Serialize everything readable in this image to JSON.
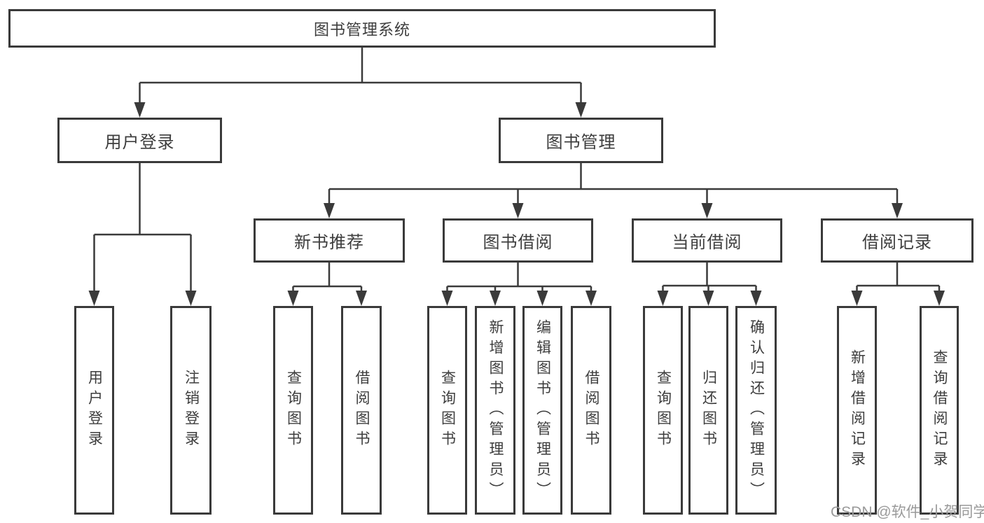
{
  "diagram_type": "hierarchy-flowchart",
  "colors": {
    "line": "#3a3a3a",
    "text": "#3d3d3d",
    "background": "#ffffff",
    "watermark": "#9a9a9a"
  },
  "watermark": {
    "text": "CSDN @软件_小贺同学"
  },
  "tree": {
    "label": "图书管理系统",
    "children": [
      {
        "label": "用户登录",
        "children": [
          {
            "label": "用户登录"
          },
          {
            "label": "注销登录"
          }
        ]
      },
      {
        "label": "图书管理",
        "children": [
          {
            "label": "新书推荐",
            "children": [
              {
                "label": "查询图书"
              },
              {
                "label": "借阅图书"
              }
            ]
          },
          {
            "label": "图书借阅",
            "children": [
              {
                "label": "查询图书"
              },
              {
                "label": "新增图书（管理员）"
              },
              {
                "label": "编辑图书（管理员）"
              },
              {
                "label": "借阅图书"
              }
            ]
          },
          {
            "label": "当前借阅",
            "children": [
              {
                "label": "查询图书"
              },
              {
                "label": "归还图书"
              },
              {
                "label": "确认归还（管理员）"
              }
            ]
          },
          {
            "label": "借阅记录",
            "children": [
              {
                "label": "新增借阅记录"
              },
              {
                "label": "查询借阅记录"
              }
            ]
          }
        ]
      }
    ]
  }
}
